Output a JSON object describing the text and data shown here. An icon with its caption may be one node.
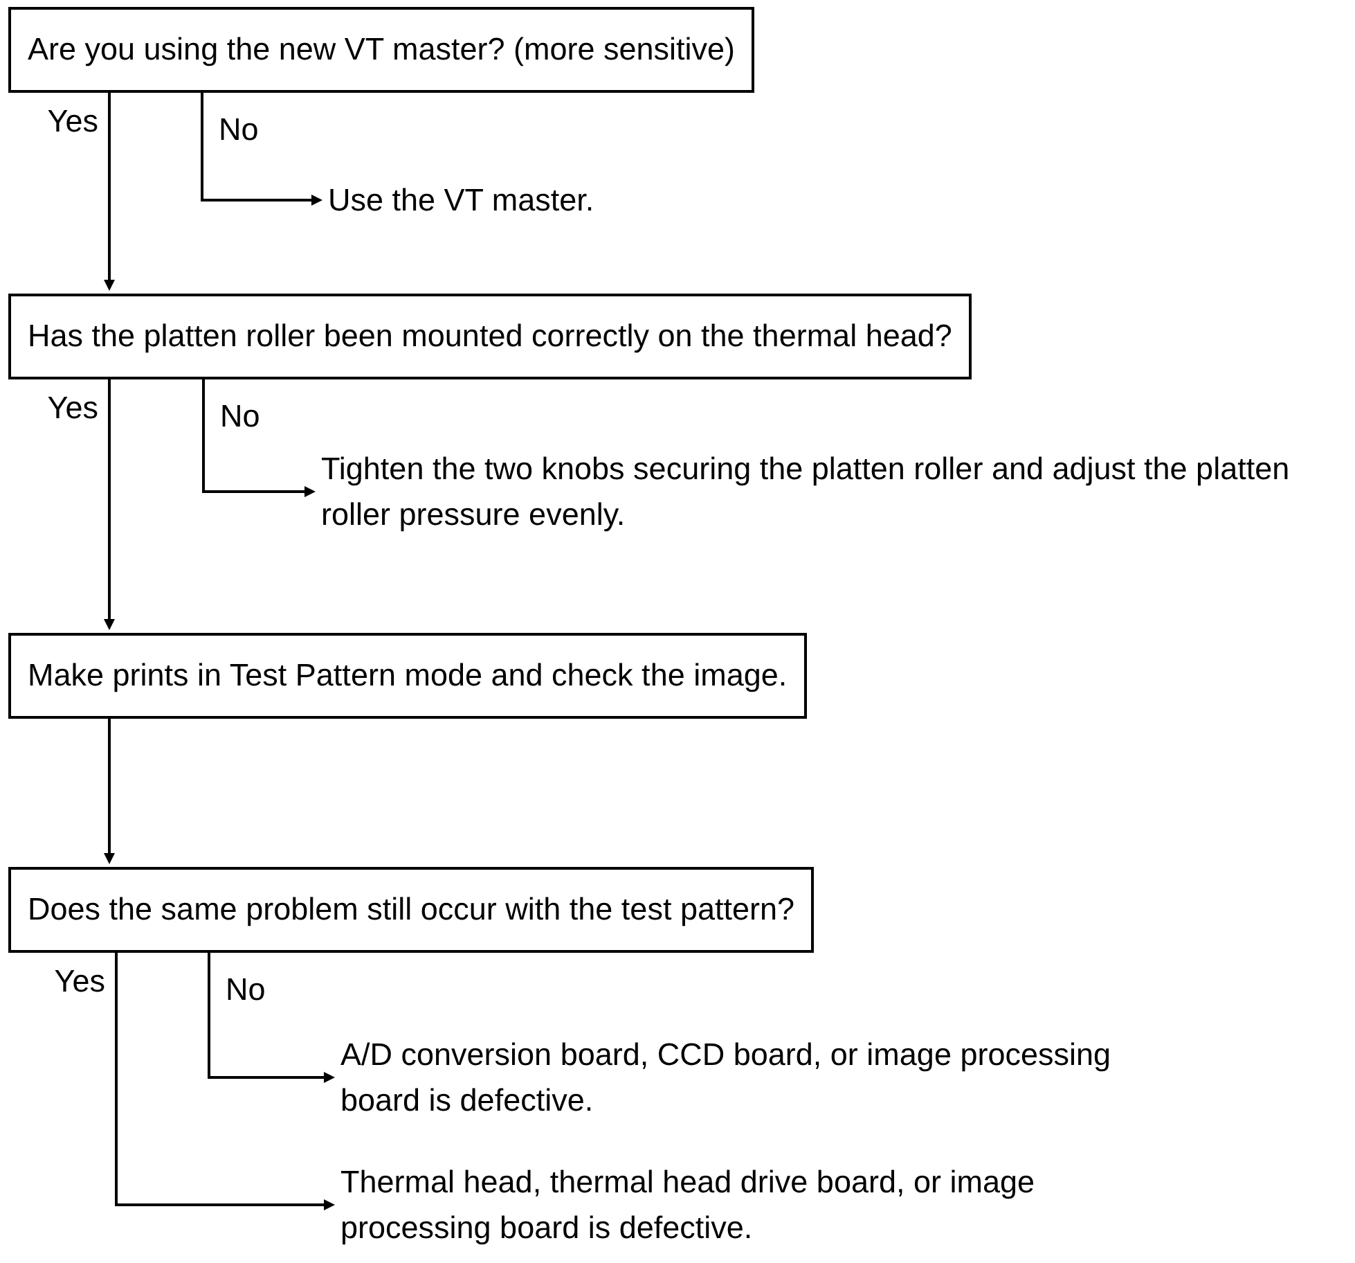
{
  "diagram": {
    "nodes": [
      {
        "text": [
          "Are you using the new VT master? (more sensitive)"
        ]
      },
      {
        "text": [
          "Use the VT master."
        ]
      },
      {
        "text": [
          "Has the platten roller been mounted correctly on the thermal head?"
        ]
      },
      {
        "text": [
          "Tighten the two knobs securing the platten roller and adjust the platten roller pressure evenly."
        ]
      },
      {
        "text": [
          "Make prints in Test Pattern mode and check the image."
        ]
      },
      {
        "text": [
          "Does the same problem still occur with the test pattern?"
        ]
      },
      {
        "text": [
          "A/D conversion board, CCD board, or image processing board is defective."
        ]
      },
      {
        "text": [
          "Thermal head, thermal head drive board, or image processing board is defective."
        ]
      }
    ],
    "edges": [
      {
        "from": 0,
        "to": 2,
        "arrow": "to",
        "label": "Yes"
      },
      {
        "from": 0,
        "to": 1,
        "arrow": "to",
        "label": "No"
      },
      {
        "from": 2,
        "to": 4,
        "arrow": "to",
        "label": "Yes"
      },
      {
        "from": 2,
        "to": 3,
        "arrow": "to",
        "label": "No"
      },
      {
        "from": 4,
        "to": 5,
        "arrow": "to"
      },
      {
        "from": 5,
        "to": 7,
        "arrow": "to",
        "label": "Yes"
      },
      {
        "from": 5,
        "to": 6,
        "arrow": "to",
        "label": "No"
      }
    ]
  }
}
